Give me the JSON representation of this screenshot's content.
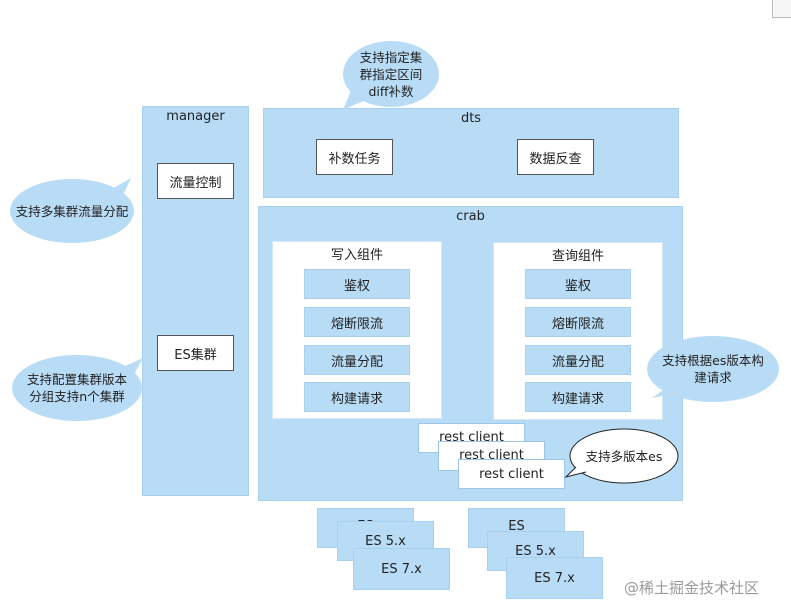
{
  "manager": {
    "title": "manager",
    "flow_control": "流量控制",
    "es_cluster": "ES集群"
  },
  "dts": {
    "title": "dts",
    "compensation_task": "补数任务",
    "data_check": "数据反查"
  },
  "crab": {
    "title": "crab",
    "write": {
      "title": "写入组件",
      "items": [
        "鉴权",
        "熔断限流",
        "流量分配",
        "构建请求"
      ]
    },
    "query": {
      "title": "查询组件",
      "items": [
        "鉴权",
        "熔断限流",
        "流量分配",
        "构建请求"
      ]
    },
    "clients": [
      "rest client",
      "rest client",
      "rest client"
    ]
  },
  "es_left": [
    "ES",
    "ES 5.x",
    "ES 7.x"
  ],
  "es_right": [
    "ES",
    "ES 5.x",
    "ES 7.x"
  ],
  "bubbles": {
    "dts_note": [
      "支持指定集",
      "群指定区间",
      "diff补数"
    ],
    "flow_note": [
      "支持多集群流量分配"
    ],
    "group_note": [
      "支持配置集群版本",
      "分组支持n个集群"
    ],
    "build_note": [
      "支持根据es版本构",
      "建请求"
    ],
    "multi_note": [
      "支持多版本es"
    ]
  },
  "watermark": "@稀土掘金技术社区"
}
